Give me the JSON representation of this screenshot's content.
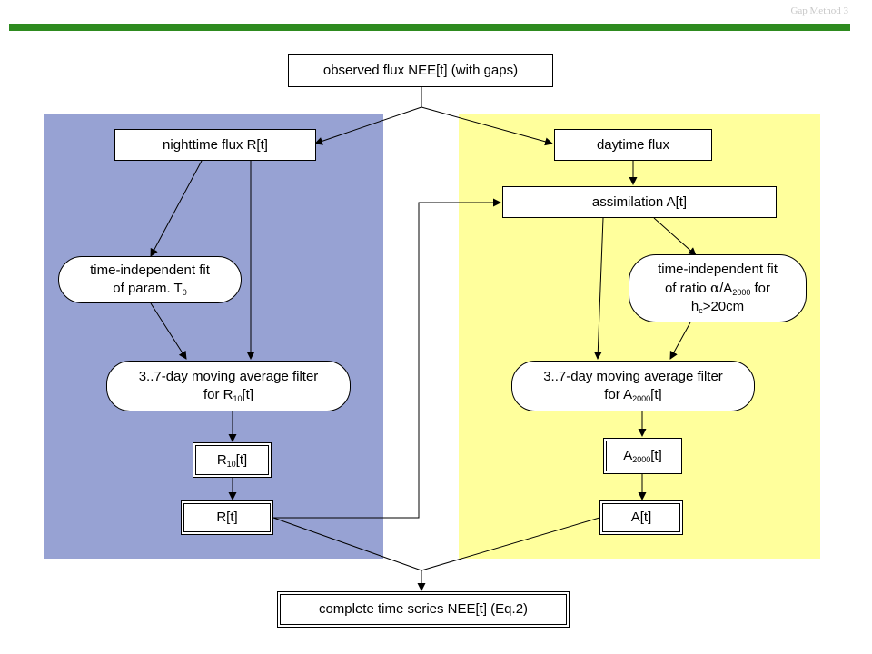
{
  "header": {
    "slide_label": "Gap Method 3"
  },
  "nodes": {
    "observed_flux": "observed flux NEE[t] (with gaps)",
    "nighttime_flux": "nighttime flux R[t]",
    "daytime_flux": "daytime flux",
    "assimilation": "assimilation A[t]",
    "fit_left": {
      "line1": "time-independent fit",
      "line2": "of param. T",
      "sub": "0"
    },
    "fit_right": {
      "line1": "time-independent fit",
      "line2a": "of ratio ",
      "alpha": "α",
      "line2b": "/A",
      "sub_a": "2000",
      "line2c": " for",
      "line3a": "h",
      "sub_c": "c",
      "line3b": ">20cm"
    },
    "filter_left": {
      "line1": "3..7-day moving average filter",
      "line2a": "for R",
      "sub": "10",
      "line2b": "[t]"
    },
    "filter_right": {
      "line1": "3..7-day moving average filter",
      "line2a": "for A",
      "sub": "2000",
      "line2b": "[t]"
    },
    "r10": {
      "a": "R",
      "sub": "10",
      "b": "[t]"
    },
    "a2000": {
      "a": "A",
      "sub": "2000",
      "b": "[t]"
    },
    "r_t": "R[t]",
    "a_t": "A[t]",
    "complete": "complete time series NEE[t]  (Eq.2)"
  }
}
